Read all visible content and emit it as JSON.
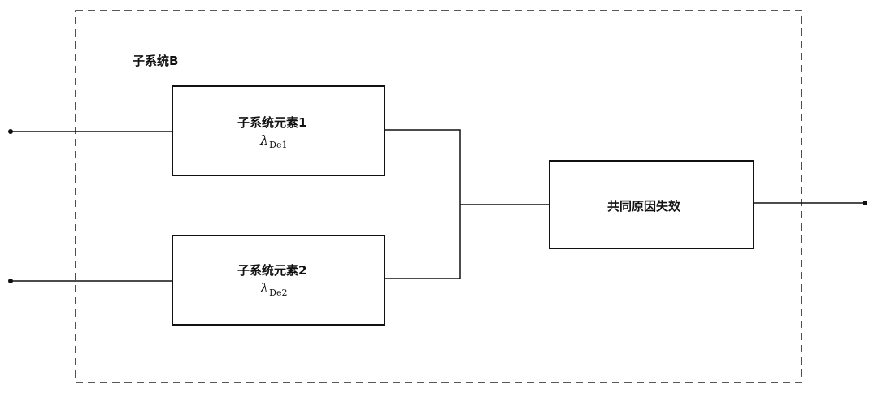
{
  "subsystem": {
    "label": "子系统B"
  },
  "elements": [
    {
      "name": "子系统元素1",
      "symbol": "λ",
      "subscript": "De1"
    },
    {
      "name": "子系统元素2",
      "symbol": "λ",
      "subscript": "De2"
    }
  ],
  "common_cause": {
    "label": "共同原因失效"
  }
}
